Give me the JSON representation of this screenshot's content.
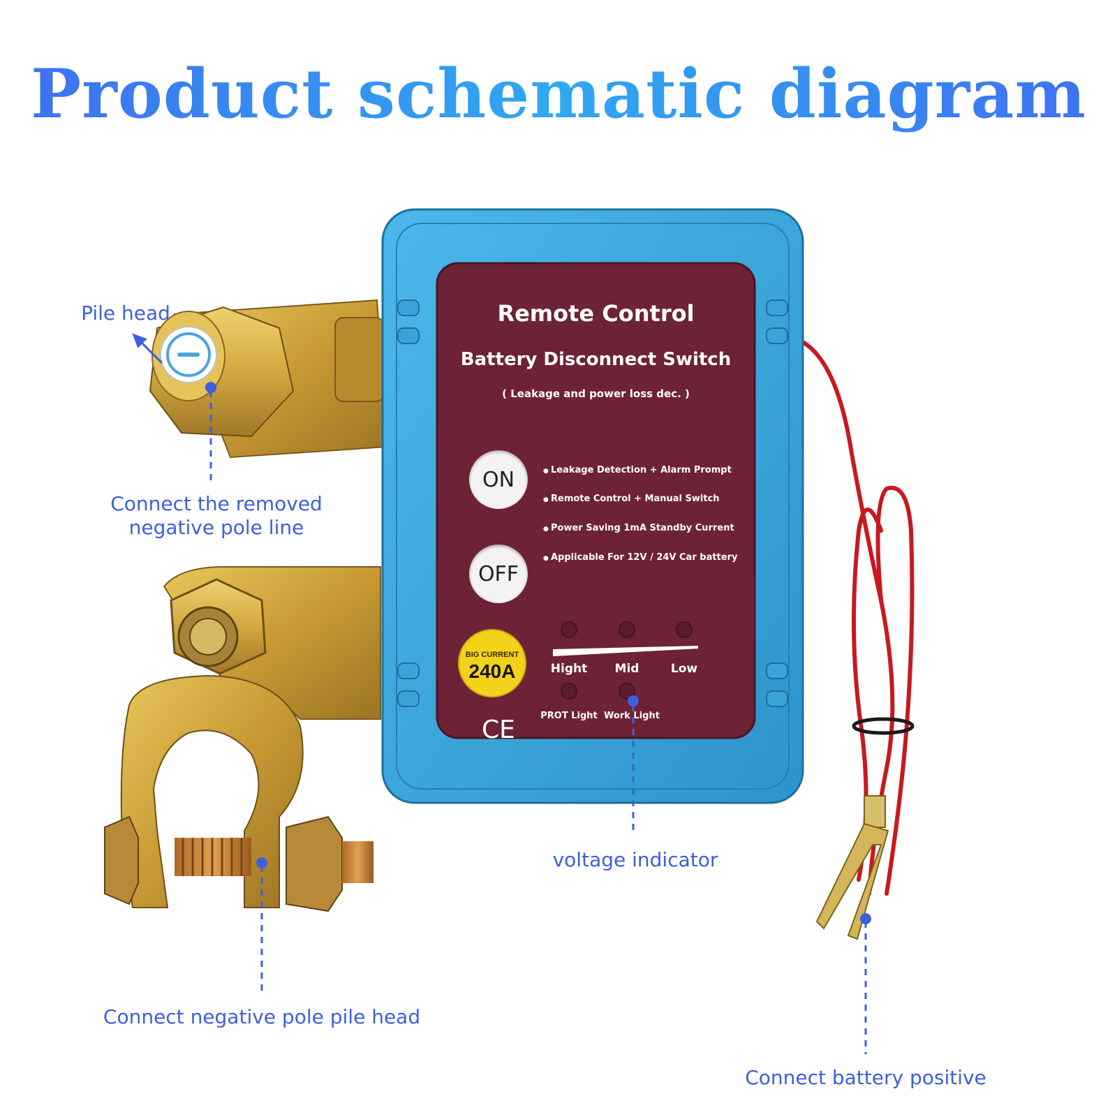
{
  "title": "Product schematic diagram",
  "callouts": {
    "pile_head": "Pile head",
    "removed_negative_line_1": "Connect the removed",
    "removed_negative_line_2": "negative pole line",
    "negative_pile_head": "Connect negative pole pile head",
    "voltage_indicator": "voltage indicator",
    "battery_positive": "Connect battery positive"
  },
  "panel": {
    "heading": "Remote Control",
    "subheading": "Battery Disconnect Switch",
    "note": "( Leakage and power loss dec. )",
    "buttons": {
      "on": "ON",
      "off": "OFF"
    },
    "features": [
      "Leakage Detection + Alarm Prompt",
      "Remote  Control  +  Manual  Switch",
      "Power Saving 1mA Standby Current",
      "Applicable For 12V / 24V Car battery"
    ],
    "badge_top": "BIG CURRENT",
    "badge_value": "240A",
    "levels": [
      "Hight",
      "Mid",
      "Low"
    ],
    "lights": [
      "PROT Light",
      "Work Light"
    ],
    "cert": "CE"
  },
  "colors": {
    "callout": "#3d5fe0",
    "housing": "#3aa6dc",
    "panel": "#6e2236",
    "brass": "#c9a23c",
    "wire": "#c8191e"
  }
}
